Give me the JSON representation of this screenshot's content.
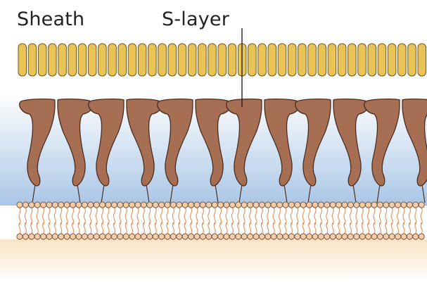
{
  "labels": {
    "sheath": "Sheath",
    "s_layer": "S-layer"
  },
  "colors": {
    "sheath_fill": "#E9C356",
    "sheath_stroke": "#6E5A1E",
    "slayer_fill": "#A66E52",
    "slayer_stroke": "#4A2E22",
    "periplasm_top": "#FFFFFF",
    "periplasm_bottom": "#A9C6E6",
    "lipid_head_fill": "#F4CDA8",
    "lipid_head_stroke": "#7A5843",
    "lipid_tail": "#E0905A",
    "cytoplasm_top": "#F8E4C6",
    "cytoplasm_bottom": "#FFFFFF",
    "leader_line": "#222222"
  },
  "icons": {
    "sheath_subunit": "rounded-capsule",
    "slayer_protein": "y-shaped-protein",
    "lipid": "phospholipid"
  }
}
